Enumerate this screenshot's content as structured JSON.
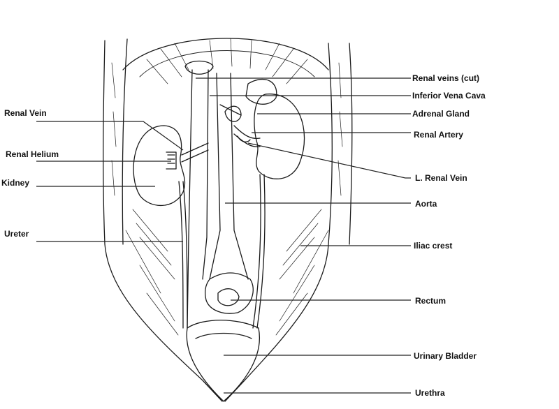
{
  "diagram": {
    "labels": {
      "renal_veins_cut": "Renal veins (cut)",
      "inferior_vena_cava": "Inferior Vena Cava",
      "adrenal_gland": "Adrenal Gland",
      "renal_artery": "Renal Artery",
      "l_renal_vein": "L. Renal Vein",
      "aorta": "Aorta",
      "iliac_crest": "Iliac crest",
      "rectum": "Rectum",
      "urinary_bladder": "Urinary Bladder",
      "urethra": "Urethra",
      "renal_vein": "Renal Vein",
      "renal_helium": "Renal Helium",
      "kidney": "Kidney",
      "ureter": "Ureter"
    },
    "colors": {
      "ink": "#1a1a1a",
      "leader": "#222222",
      "background": "#ffffff"
    }
  }
}
